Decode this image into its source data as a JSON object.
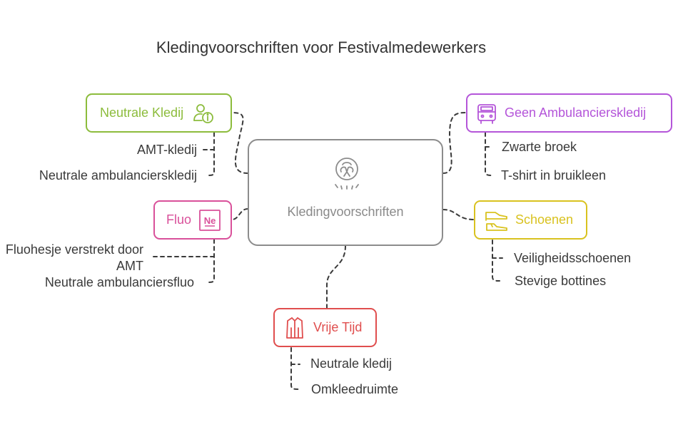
{
  "title": "Kledingvoorschriften voor Festivalmedewerkers",
  "center": {
    "label": "Kledingvoorschriften",
    "icon": "recycle-hands-icon"
  },
  "colors": {
    "neutrale": "#8cbc3c",
    "fluo": "#d9509a",
    "vrije": "#e04e4e",
    "geen": "#b455d9",
    "schoenen": "#d9c21f",
    "center": "#8c8c8c",
    "connector": "#3a3a3a"
  },
  "branches": {
    "neutrale_kledij": {
      "label": "Neutrale Kledij",
      "icon": "person-info-icon",
      "items": [
        "AMT-kledij",
        "Neutrale ambulancierskledij"
      ]
    },
    "fluo": {
      "label": "Fluo",
      "icon": "neon-sign-icon",
      "icon_text": "Ne",
      "items": [
        "Fluohesje verstrekt door AMT",
        "Neutrale ambulanciersfluo"
      ]
    },
    "vrije_tijd": {
      "label": "Vrije Tijd",
      "icon": "jacket-icon",
      "items": [
        "Neutrale kledij",
        "Omkleedruimte"
      ]
    },
    "geen_ambulancierskledij": {
      "label": "Geen Ambulancierskledij",
      "icon": "ambulance-icon",
      "items": [
        "Zwarte broek",
        "T-shirt in bruikleen"
      ]
    },
    "schoenen": {
      "label": "Schoenen",
      "icon": "shoes-icon",
      "items": [
        "Veiligheidsschoenen",
        "Stevige bottines"
      ]
    }
  }
}
